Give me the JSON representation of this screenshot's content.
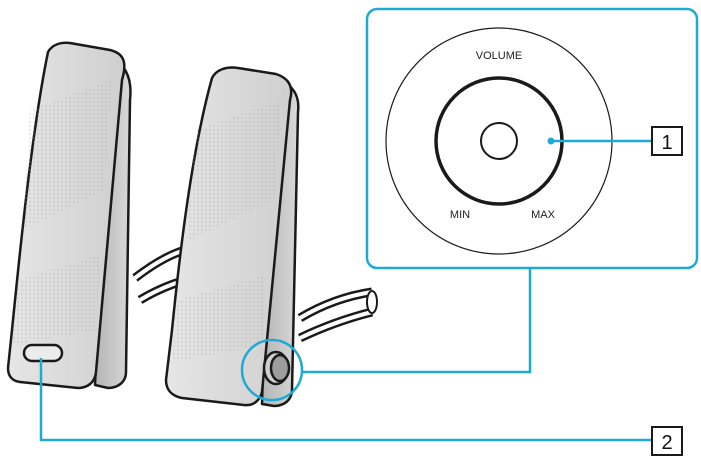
{
  "dial": {
    "title": "VOLUME",
    "min_label": "MIN",
    "max_label": "MAX"
  },
  "callouts": [
    {
      "number": "1",
      "target": "volume-control-dial"
    },
    {
      "number": "2",
      "target": "power-indicator-light"
    }
  ],
  "colors": {
    "callout_line": "#1fa9d6",
    "speaker_body": "#d7d7d7",
    "speaker_side": "#bdbdbd",
    "outline": "#1a1a1a"
  }
}
